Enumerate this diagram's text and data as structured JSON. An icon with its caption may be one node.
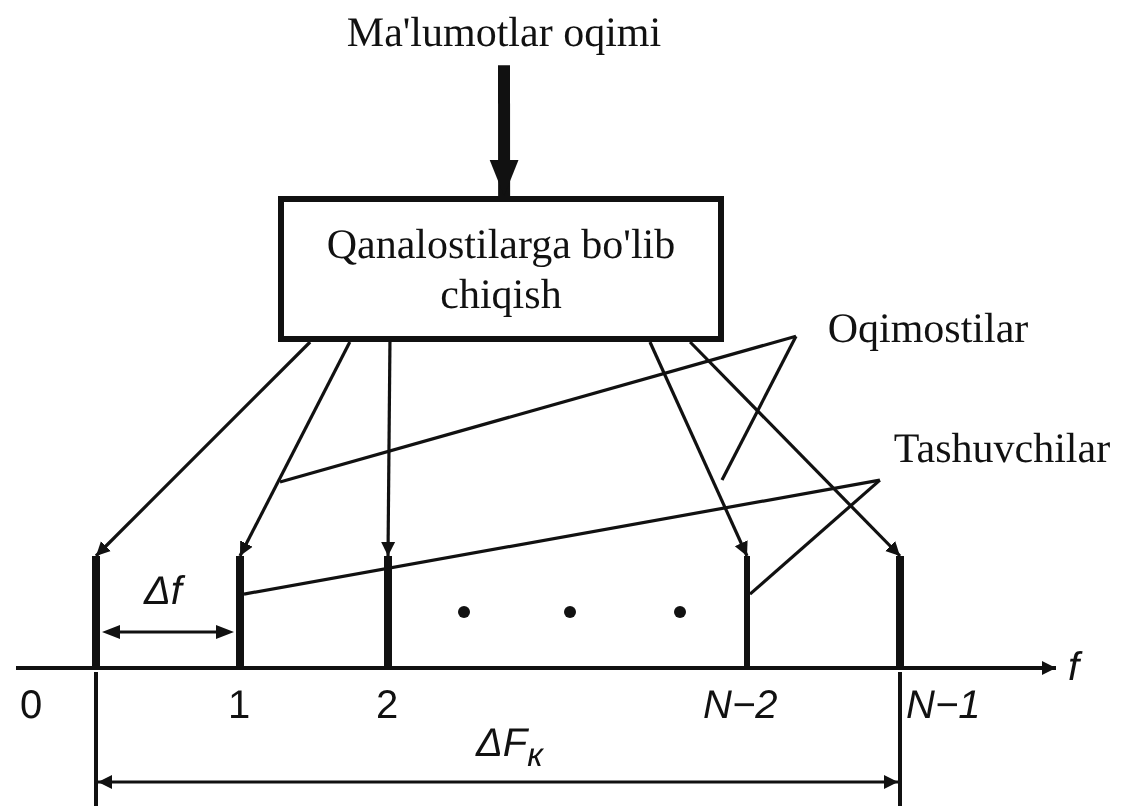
{
  "diagram": {
    "nodes": [
      {
        "text": [
          "Ma'lumotlar oqimi"
        ]
      },
      {
        "text": [
          "Qanalostilarga bo'lib chiqish"
        ]
      },
      {
        "text": [
          "Oqimostilar"
        ]
      },
      {
        "text": [
          "Tashuvchilar"
        ]
      },
      {
        "text": [],
        "shape": "bar",
        "beside": [
          "0"
        ]
      },
      {
        "text": [],
        "shape": "bar",
        "beside": [
          "1"
        ]
      },
      {
        "text": [],
        "shape": "bar",
        "beside": [
          "2"
        ]
      },
      {
        "text": [],
        "shape": "bar",
        "beside": [
          "N−2"
        ]
      },
      {
        "text": [],
        "shape": "bar",
        "beside": [
          "N−1"
        ]
      }
    ],
    "edges": [
      {
        "from": 0,
        "to": 1,
        "arrow": "to",
        "style": "thick"
      },
      {
        "from": 1,
        "to": 4,
        "arrow": "to"
      },
      {
        "from": 1,
        "to": 5,
        "arrow": "to"
      },
      {
        "from": 1,
        "to": 6,
        "arrow": "to"
      },
      {
        "from": 1,
        "to": 7,
        "arrow": "to"
      },
      {
        "from": 1,
        "to": 8,
        "arrow": "to"
      },
      {
        "from": 2,
        "to": null,
        "arrow": "none"
      },
      {
        "from": 2,
        "to": null,
        "arrow": "none"
      },
      {
        "from": 3,
        "to": 5,
        "arrow": "none"
      },
      {
        "from": 3,
        "to": 7,
        "arrow": "none"
      }
    ],
    "labels": [
      "Δf",
      "f",
      "ΔF$_{к}$"
    ]
  }
}
